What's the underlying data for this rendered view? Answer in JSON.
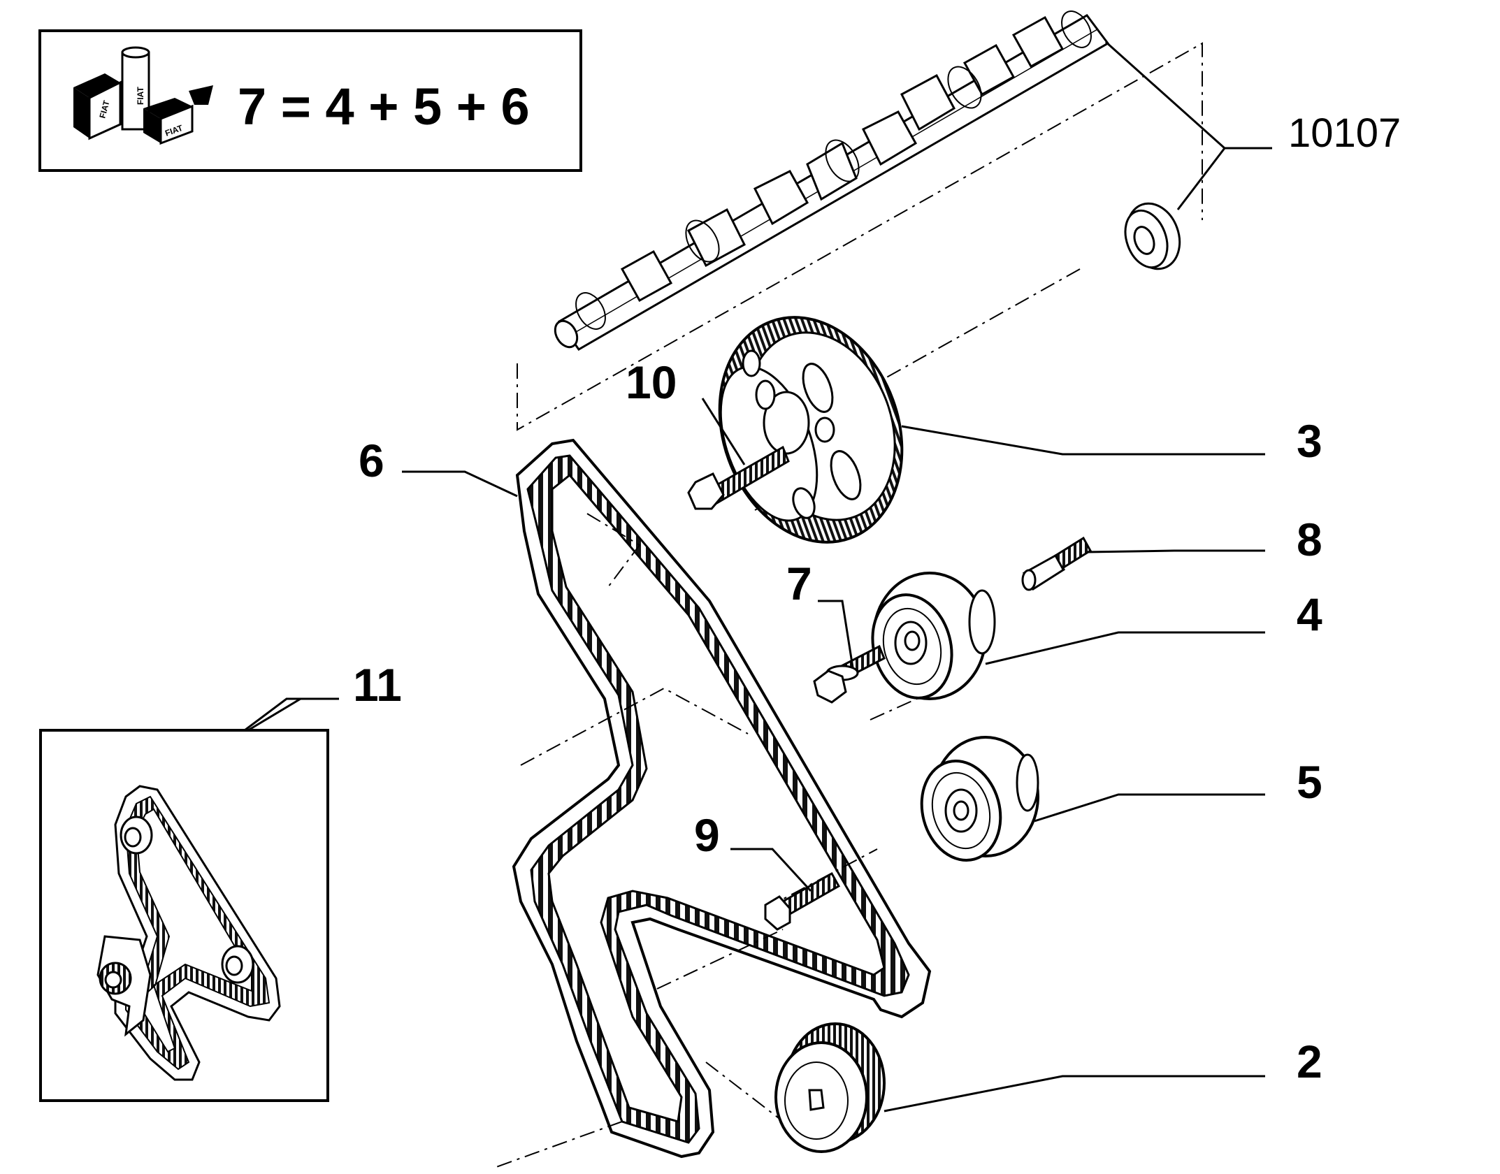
{
  "kit_box": {
    "formula": "7 = 4 + 5 + 6",
    "icon": "parts-kit-icon",
    "icon_text": [
      "FIAT",
      "FIAT",
      "FIAT"
    ]
  },
  "part_code": "10107",
  "callouts": {
    "p2": "2",
    "p3": "3",
    "p4": "4",
    "p5": "5",
    "p6": "6",
    "p7": "7",
    "p8": "8",
    "p9": "9",
    "p10": "10",
    "p11": "11"
  }
}
